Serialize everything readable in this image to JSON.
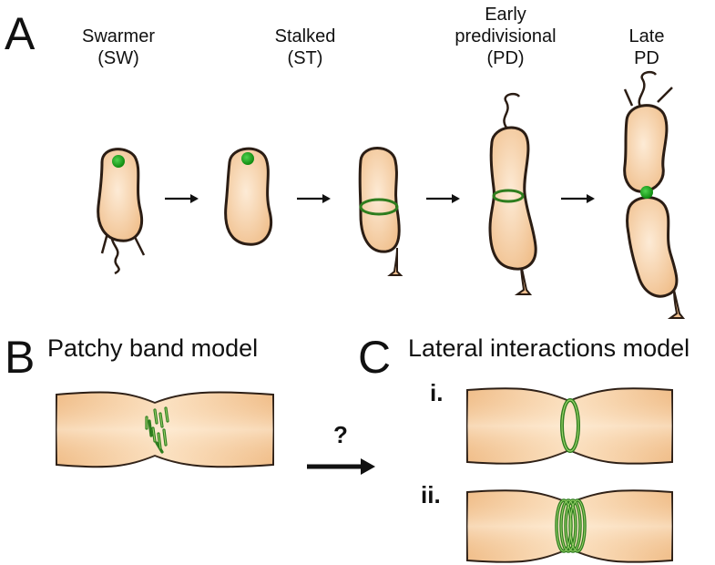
{
  "panels": {
    "a": {
      "letter": "A",
      "stages": [
        {
          "line1": "Swarmer",
          "line2": "(SW)"
        },
        {
          "line1": "Stalked",
          "line2": "(ST)"
        },
        {
          "line1": "Early",
          "line2": "predivisional",
          "line3": "(PD)"
        },
        {
          "line1": "Late",
          "line2": "PD"
        }
      ]
    },
    "b": {
      "letter": "B",
      "title": "Patchy band model"
    },
    "c": {
      "letter": "C",
      "title": "Lateral interactions model",
      "sub_i": "i.",
      "sub_ii": "ii."
    }
  },
  "transition_symbol": "?",
  "colors": {
    "cell_fill_light": "#fce7cf",
    "cell_fill_dark": "#f2c08c",
    "outline": "#2b1d14",
    "ring_green": "#2e7d1e",
    "ring_light": "#9ad46a",
    "dot_green": "#19a019"
  }
}
